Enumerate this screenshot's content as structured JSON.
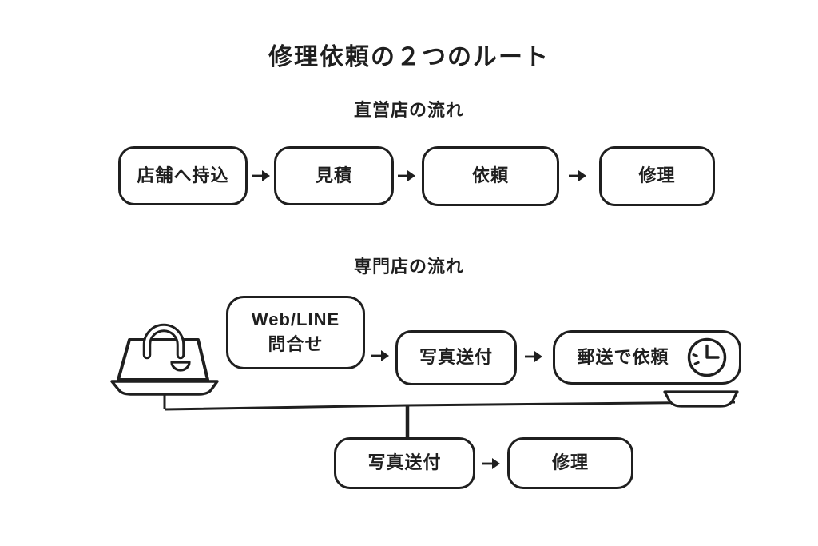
{
  "title": "修理依頼の２つのルート",
  "colors": {
    "ink": "#1f1f1f",
    "background": "#ffffff"
  },
  "direct_store_flow": {
    "subtitle": "直営店の流れ",
    "steps": [
      {
        "label": "店舗へ持込"
      },
      {
        "label": "見積"
      },
      {
        "label": "依頼"
      },
      {
        "label": "修理"
      }
    ]
  },
  "specialty_store_flow": {
    "subtitle": "専門店の流れ",
    "top_steps": [
      {
        "label": "Web/LINE\n問合せ"
      },
      {
        "label": "写真送付"
      },
      {
        "label": "郵送で依頼"
      }
    ],
    "bottom_steps": [
      {
        "label": "写真送付"
      },
      {
        "label": "修理"
      }
    ],
    "icons": {
      "handbag": "handbag-icon",
      "clock": "clock-icon",
      "balance": "balance-scale-graphic",
      "arrow": "arrow-right-icon"
    }
  }
}
